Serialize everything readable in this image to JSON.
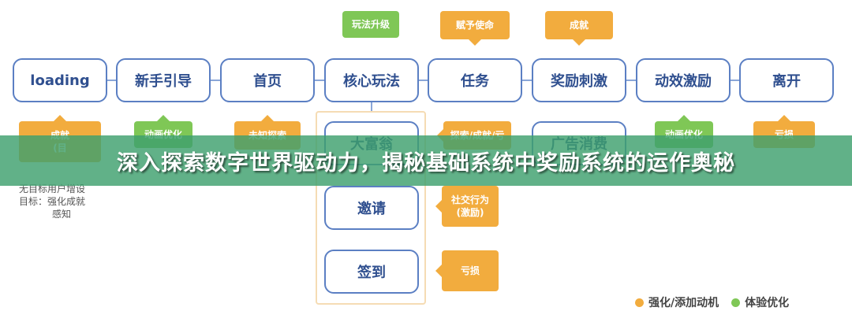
{
  "nodes": {
    "loading": "loading",
    "onboarding": "新手引导",
    "home": "首页",
    "core_gameplay": "核心玩法",
    "tasks": "任务",
    "reward_incentive": "奖励刺激",
    "motion_incentive": "动效激励",
    "leave": "离开"
  },
  "sub_nodes": {
    "big_rich": "大富翁",
    "ad_consume": "广告消费",
    "invite": "邀请",
    "checkin": "签到"
  },
  "callouts": {
    "gameplay_upgrade": "玩法升级",
    "grant_mission": "赋予使命",
    "achievement": "成就",
    "loading_achievement": "成就",
    "loading_achievement_sub": "(目",
    "onboarding_motion": "动画优化",
    "home_explore": "未知探索",
    "tasks_explore": "探索/成就/亏",
    "motion_anim": "动画优化",
    "leave_loss": "亏损",
    "social_behavior": "社交行为",
    "social_behavior_sub": "(激励)",
    "checkin_loss": "亏损"
  },
  "goal_note": {
    "line1": "无目标用户增设",
    "line2": "目标：强化成就",
    "line3": "感知"
  },
  "banner": {
    "title": "深入探索数字世界驱动力，揭秘基础系统中奖励系统的运作奥秘"
  },
  "legend": {
    "orange_label": "强化/添加动机",
    "green_label": "体验优化"
  },
  "colors": {
    "box_border": "#5b7fc3",
    "box_text": "#2f4f8f",
    "orange": "#f2ac3e",
    "green": "#7fc756",
    "banner": "#3ea06e"
  }
}
